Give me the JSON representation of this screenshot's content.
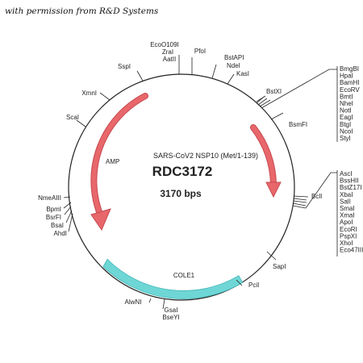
{
  "header": {
    "credit": "with permission from R&D Systems"
  },
  "plasmid": {
    "subtitle": "SARS-CoV2 NSP10 (Met/1-139)",
    "name": "RDC3172",
    "length": "3170 bps"
  },
  "features": {
    "amp": "AMP",
    "cole1": "COLE1"
  },
  "sites": {
    "ecoo109i": "EcoO109I",
    "zrai": "ZraI",
    "aatii": "AatII",
    "pfoi": "PfoI",
    "bstapi": "BstAPI",
    "ndei": "NdeI",
    "kasi": "KasI",
    "sspi": "SspI",
    "xmni": "XmnI",
    "scai": "ScaI",
    "bstxi": "BstXI",
    "bsmfi": "BsmFI",
    "bcli": "BclI",
    "sapi": "SapI",
    "pcii": "PciI",
    "alwni": "AlwNI",
    "gsai": "GsaI",
    "bseyi": "BseYI",
    "nmeaiii": "NmeAIII",
    "bpmi": "BpmI",
    "bsrfi": "BsrFI",
    "bsai": "BsaI",
    "ahdi": "AhdI"
  },
  "mcs_upper": [
    "BmgBI",
    "HpaI",
    "BamHI",
    "EcoRV",
    "BmtI",
    "NheI",
    "NotI",
    "EagI",
    "BtgI",
    "NcoI",
    "StyI"
  ],
  "mcs_lower": [
    "AscI",
    "BssHII",
    "BstZ17I",
    "XbaI",
    "SalI",
    "SmaI",
    "XmaI",
    "ApoI",
    "EcoRI",
    "PspXI",
    "XhoI",
    "Eco47III"
  ],
  "colors": {
    "backbone": "#222222",
    "amp_arrow": "#e8676b",
    "amp_arrow_stroke": "#c64a4f",
    "cole1": "#6fd6d6",
    "cole1_stroke": "#3fb3b3"
  }
}
